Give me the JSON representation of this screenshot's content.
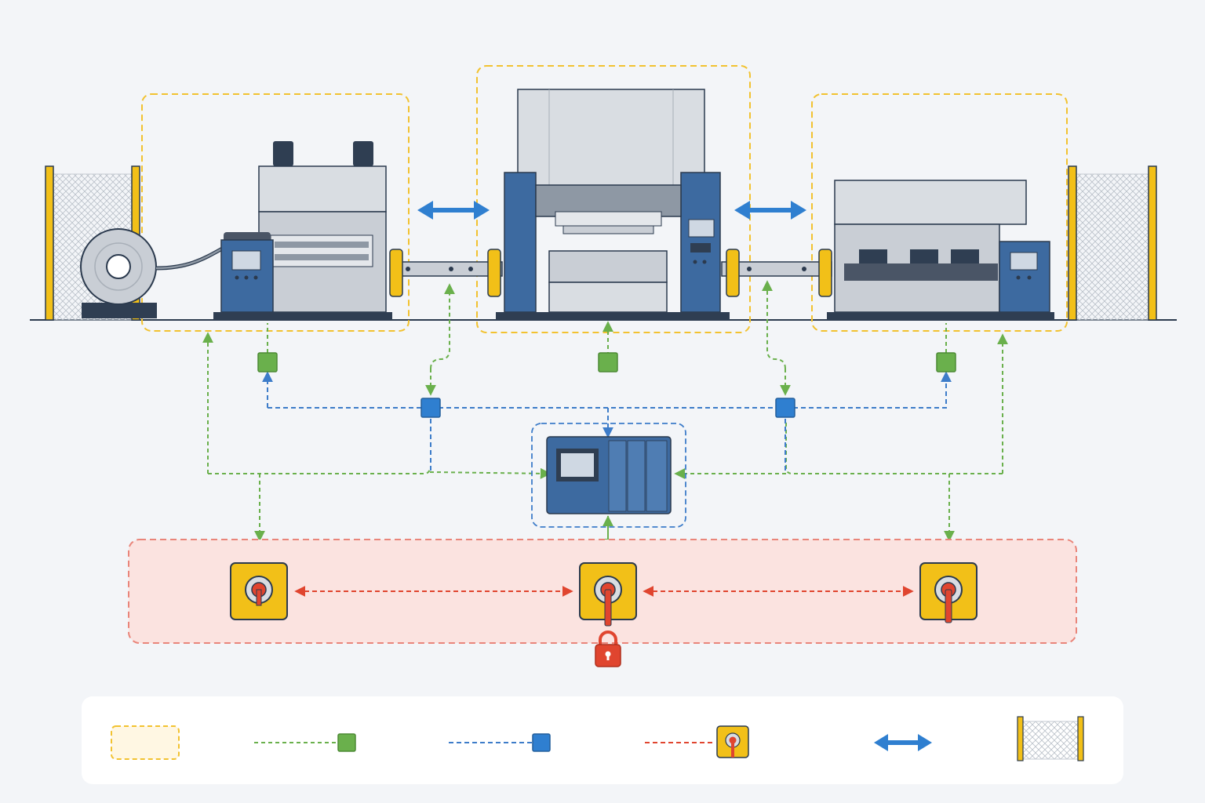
{
  "colors": {
    "background": "#f3f5f8",
    "machine_blue": "#3d6aa0",
    "machine_gray": "#d9dde2",
    "outline": "#2b3a4e",
    "zone_yellow": "#f2c230",
    "guard_yellow": "#f2c018",
    "green_signal": "#6ab04c",
    "blue_signal": "#3d7cc9",
    "red_interlock": "#e0452f",
    "interlock_zone_fill": "#fbe3e0",
    "arrow_blue": "#2f7fd0"
  },
  "icons": {
    "coil": "coil-icon",
    "lock": "padlock-icon",
    "interlock_switch": "interlock-switch-icon",
    "fence": "safety-fence-icon",
    "plc": "plc-controller-icon"
  },
  "legend": {
    "items": [
      "safety-zone",
      "sensor-signal",
      "network-node",
      "safety-interlock",
      "material-transfer",
      "safety-fence"
    ]
  }
}
